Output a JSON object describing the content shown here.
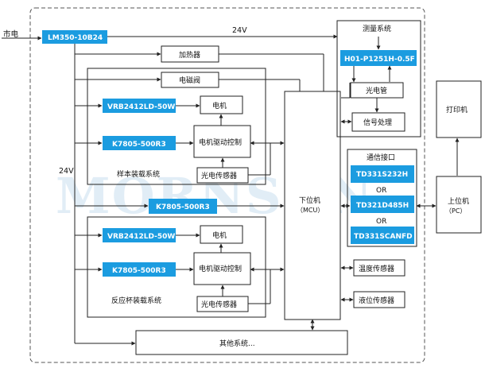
{
  "labels": {
    "mains": "市电",
    "psu_main": "LM350-10B24",
    "v24_top": "24V",
    "v24_left": "24V",
    "heater": "加热器",
    "valve": "电磁阀",
    "motor1": "电机",
    "vrb1": "VRB2412LD-50W",
    "k7805_1": "K7805-500R3",
    "motor_drive1": "电机驱动控制",
    "photo1": "光电传感器",
    "sample_system": "样本装载系统",
    "k7805_mid": "K7805-500R3",
    "vrb2": "VRB2412LD-50W",
    "motor2": "电机",
    "k7805_2": "K7805-500R3",
    "motor_drive2": "电机驱动控制",
    "reaction_system": "反应杯装载系统",
    "photo2": "光电传感器",
    "other_systems": "其他系统...",
    "measure_system": "测量系统",
    "h01": "H01-P1251H-0.5F",
    "photomultiplier": "光电管",
    "signal_proc": "信号处理",
    "mcu_line1": "下位机",
    "mcu_line2": "（MCU）",
    "comm_title": "通信接口",
    "td_232": "TD331S232H",
    "or1": "OR",
    "td_485": "TD321D485H",
    "or2": "OR",
    "td_can": "TD331SCANFD",
    "temp_sensor": "温度传感器",
    "level_sensor": "液位传感器",
    "printer": "打印机",
    "pc_line1": "上位机",
    "pc_line2": "（PC）",
    "watermark": "MORNSUN"
  },
  "colors": {
    "module_blue": "#1b9ce0",
    "line": "#333333",
    "dashed_border": "#555555"
  }
}
